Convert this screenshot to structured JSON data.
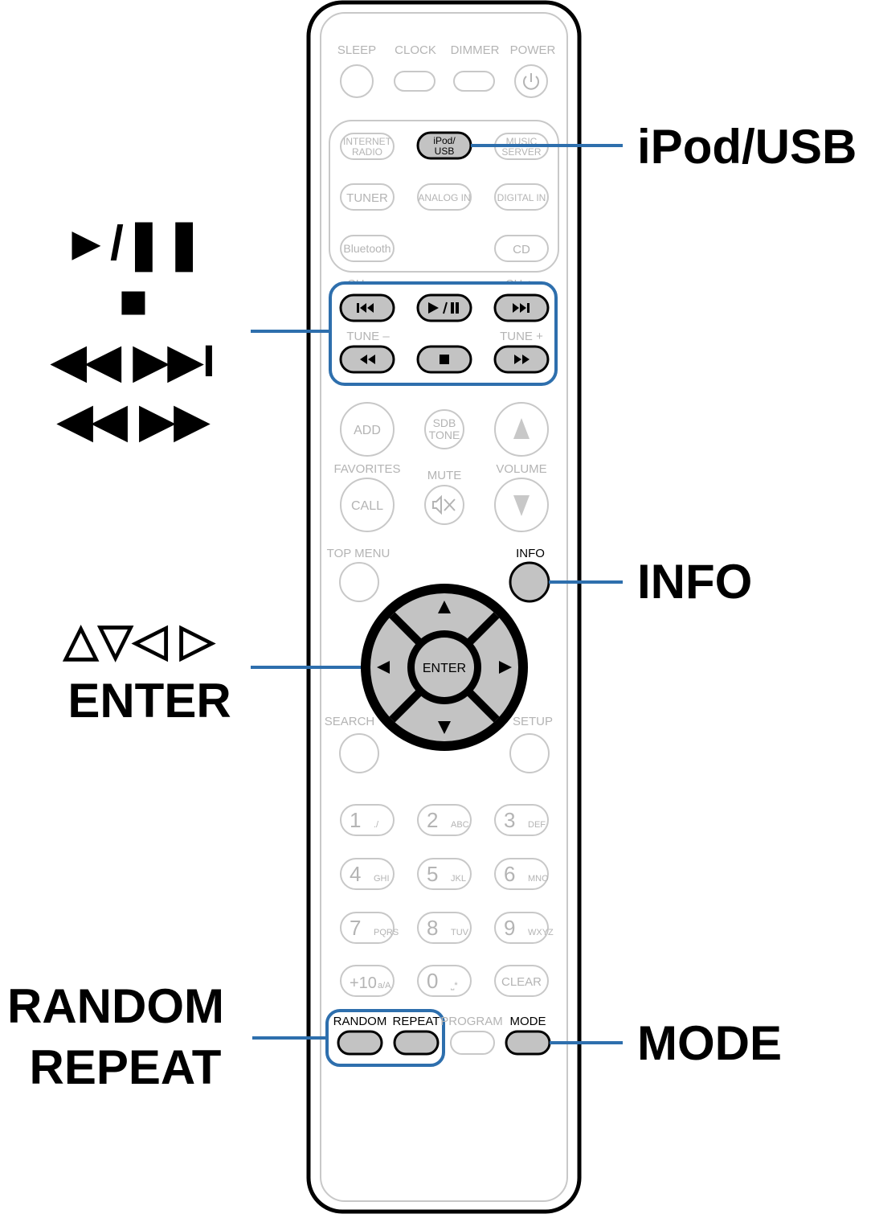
{
  "callouts": {
    "ipod_usb": "iPod/USB",
    "play_pause": "►/❚❚",
    "stop": "■",
    "skip": "◀◀ ▶▶I",
    "search": "◀◀ ▶▶",
    "cursor": "△▽◁ ▷",
    "enter": "ENTER",
    "info": "INFO",
    "random": "RANDOM",
    "repeat": "REPEAT",
    "mode": "MODE"
  },
  "remote": {
    "top_row": [
      "SLEEP",
      "CLOCK",
      "DIMMER",
      "POWER"
    ],
    "source": {
      "internet_radio_1": "INTERNET",
      "internet_radio_2": "RADIO",
      "ipod_1": "iPod/",
      "ipod_2": "USB",
      "music_server_1": "MUSIC",
      "music_server_2": "SERVER",
      "tuner": "TUNER",
      "analog_in": "ANALOG IN",
      "digital_in": "DIGITAL IN",
      "bluetooth": "Bluetooth",
      "cd": "CD"
    },
    "transport": {
      "ch_minus": "CH –",
      "ch_plus": "CH +",
      "tune_minus": "TUNE –",
      "tune_plus": "TUNE +"
    },
    "mid": {
      "add": "ADD",
      "sdb_1": "SDB",
      "sdb_2": "TONE",
      "favorites": "FAVORITES",
      "mute": "MUTE",
      "volume": "VOLUME",
      "call": "CALL",
      "top_menu": "TOP MENU",
      "info": "INFO",
      "enter": "ENTER",
      "search": "SEARCH",
      "setup": "SETUP"
    },
    "numpad": [
      {
        "n": "1",
        "s": "./"
      },
      {
        "n": "2",
        "s": "ABC"
      },
      {
        "n": "3",
        "s": "DEF"
      },
      {
        "n": "4",
        "s": "GHI"
      },
      {
        "n": "5",
        "s": "JKL"
      },
      {
        "n": "6",
        "s": "MNO"
      },
      {
        "n": "7",
        "s": "PQRS"
      },
      {
        "n": "8",
        "s": "TUV"
      },
      {
        "n": "9",
        "s": "WXYZ"
      },
      {
        "n": "+10",
        "s": "a/A"
      },
      {
        "n": "0",
        "s": "⎵*"
      },
      {
        "n": "CLEAR",
        "s": ""
      }
    ],
    "bottom_row": [
      "RANDOM",
      "REPEAT",
      "PROGRAM",
      "MODE"
    ]
  },
  "colors": {
    "callout_line": "#2e6fad",
    "highlight_fill": "#c3c3c3",
    "outline_gray": "#c8c8c8",
    "outline_black": "#000000"
  }
}
